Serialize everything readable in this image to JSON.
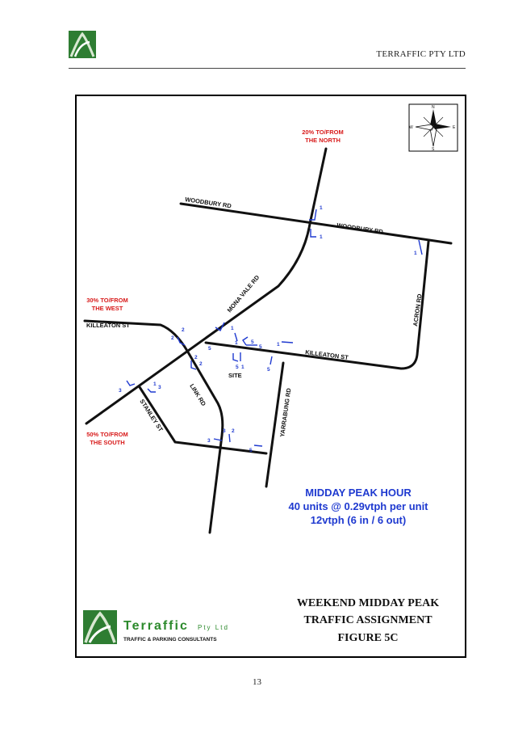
{
  "header": {
    "company": "TERRAFFIC PTY LTD"
  },
  "map": {
    "roads": {
      "woodbury": "WOODBURY   RD",
      "woodbury_east": "WOODBURY   RD",
      "mona_vale": "MONA VALE RD",
      "acron": "ACRON RD",
      "killeaton_west": "KILLEATON ST",
      "killeaton_east": "KILLEATON ST",
      "yarrabung": "YARRABUNG RD",
      "link": "LINK RD",
      "stanley": "STANLEY ST"
    },
    "site_label": "SITE",
    "directions": {
      "north_pct": "20% TO/FROM",
      "north_dir": "THE NORTH",
      "west_pct": "30% TO/FROM",
      "west_dir": "THE WEST",
      "south_pct": "50% TO/FROM",
      "south_dir": "THE SOUTH"
    },
    "compass": {
      "n": "N",
      "s": "S",
      "e": "E",
      "w": "W"
    },
    "volumes": [
      {
        "id": "v1",
        "value": "1"
      },
      {
        "id": "v2",
        "value": "1"
      },
      {
        "id": "v3",
        "value": "1"
      },
      {
        "id": "v4",
        "value": "1"
      },
      {
        "id": "v5",
        "value": "1"
      },
      {
        "id": "v6",
        "value": "5"
      },
      {
        "id": "v7",
        "value": "5"
      },
      {
        "id": "v8",
        "value": "5"
      },
      {
        "id": "v9",
        "value": "1"
      },
      {
        "id": "v10",
        "value": "5"
      },
      {
        "id": "v11",
        "value": "1"
      },
      {
        "id": "v12",
        "value": "5"
      },
      {
        "id": "v13",
        "value": "2"
      },
      {
        "id": "v14",
        "value": "2"
      },
      {
        "id": "v15",
        "value": "2"
      },
      {
        "id": "v16",
        "value": "3"
      },
      {
        "id": "v17",
        "value": "3"
      },
      {
        "id": "v18",
        "value": "3"
      },
      {
        "id": "v19",
        "value": "2"
      },
      {
        "id": "v20",
        "value": "5"
      },
      {
        "id": "v21",
        "value": "3"
      },
      {
        "id": "v22",
        "value": "2"
      },
      {
        "id": "v23",
        "value": "1"
      }
    ],
    "peak": {
      "title": "MIDDAY PEAK HOUR",
      "line1": "40 units @ 0.29vtph per unit",
      "line2": "12vtph (6 in / 6 out)"
    }
  },
  "figure": {
    "line1": "WEEKEND MIDDAY PEAK",
    "line2": "TRAFFIC ASSIGNMENT",
    "line3": "FIGURE 5C"
  },
  "brand": {
    "name": "Terraffic",
    "suffix": "Pty Ltd",
    "tagline": "TRAFFIC & PARKING CONSULTANTS"
  },
  "page_number": "13",
  "colors": {
    "volume_blue": "#1f3ad0",
    "direction_red": "#d81b1b",
    "brand_green": "#2c8a2c"
  }
}
